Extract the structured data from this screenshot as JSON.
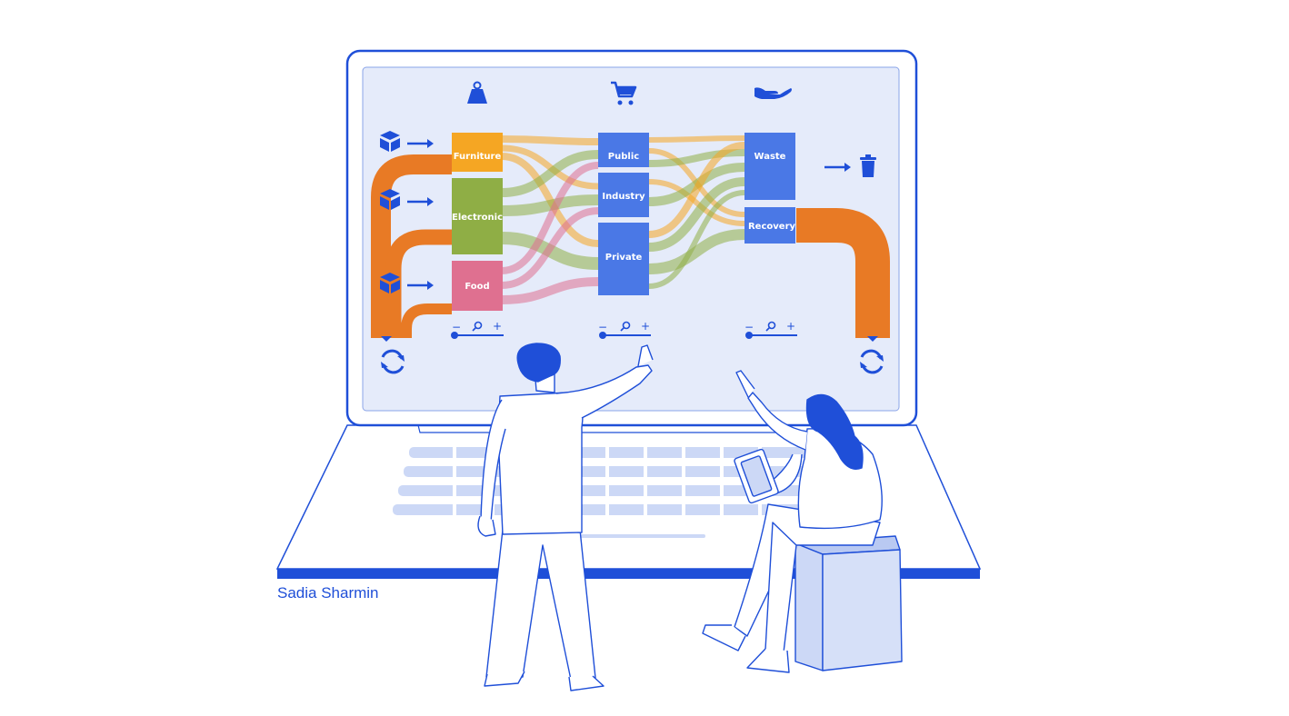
{
  "sankey": {
    "sources": [
      "Furniture",
      "Electronic",
      "Food"
    ],
    "sectors": [
      "Public",
      "Industry",
      "Private"
    ],
    "outcomes": [
      "Waste",
      "Recovery"
    ]
  },
  "zoom": {
    "minus": "−",
    "plus": "+"
  },
  "credit": "Sadia Sharmin",
  "icons": {
    "column_1": "weight-icon",
    "column_2": "shopping-cart-icon",
    "column_3": "hand-icon",
    "inflow": "box-icon",
    "outflow": "trash-icon",
    "cycle": "refresh-icon"
  },
  "colors": {
    "Furniture": "#f5a623",
    "Electronic": "#8fae45",
    "Food": "#df7090",
    "sector": "#4a78e6",
    "loop": "#e87a25",
    "brand": "#1f4fd8",
    "screen": "#e5ebfa"
  }
}
